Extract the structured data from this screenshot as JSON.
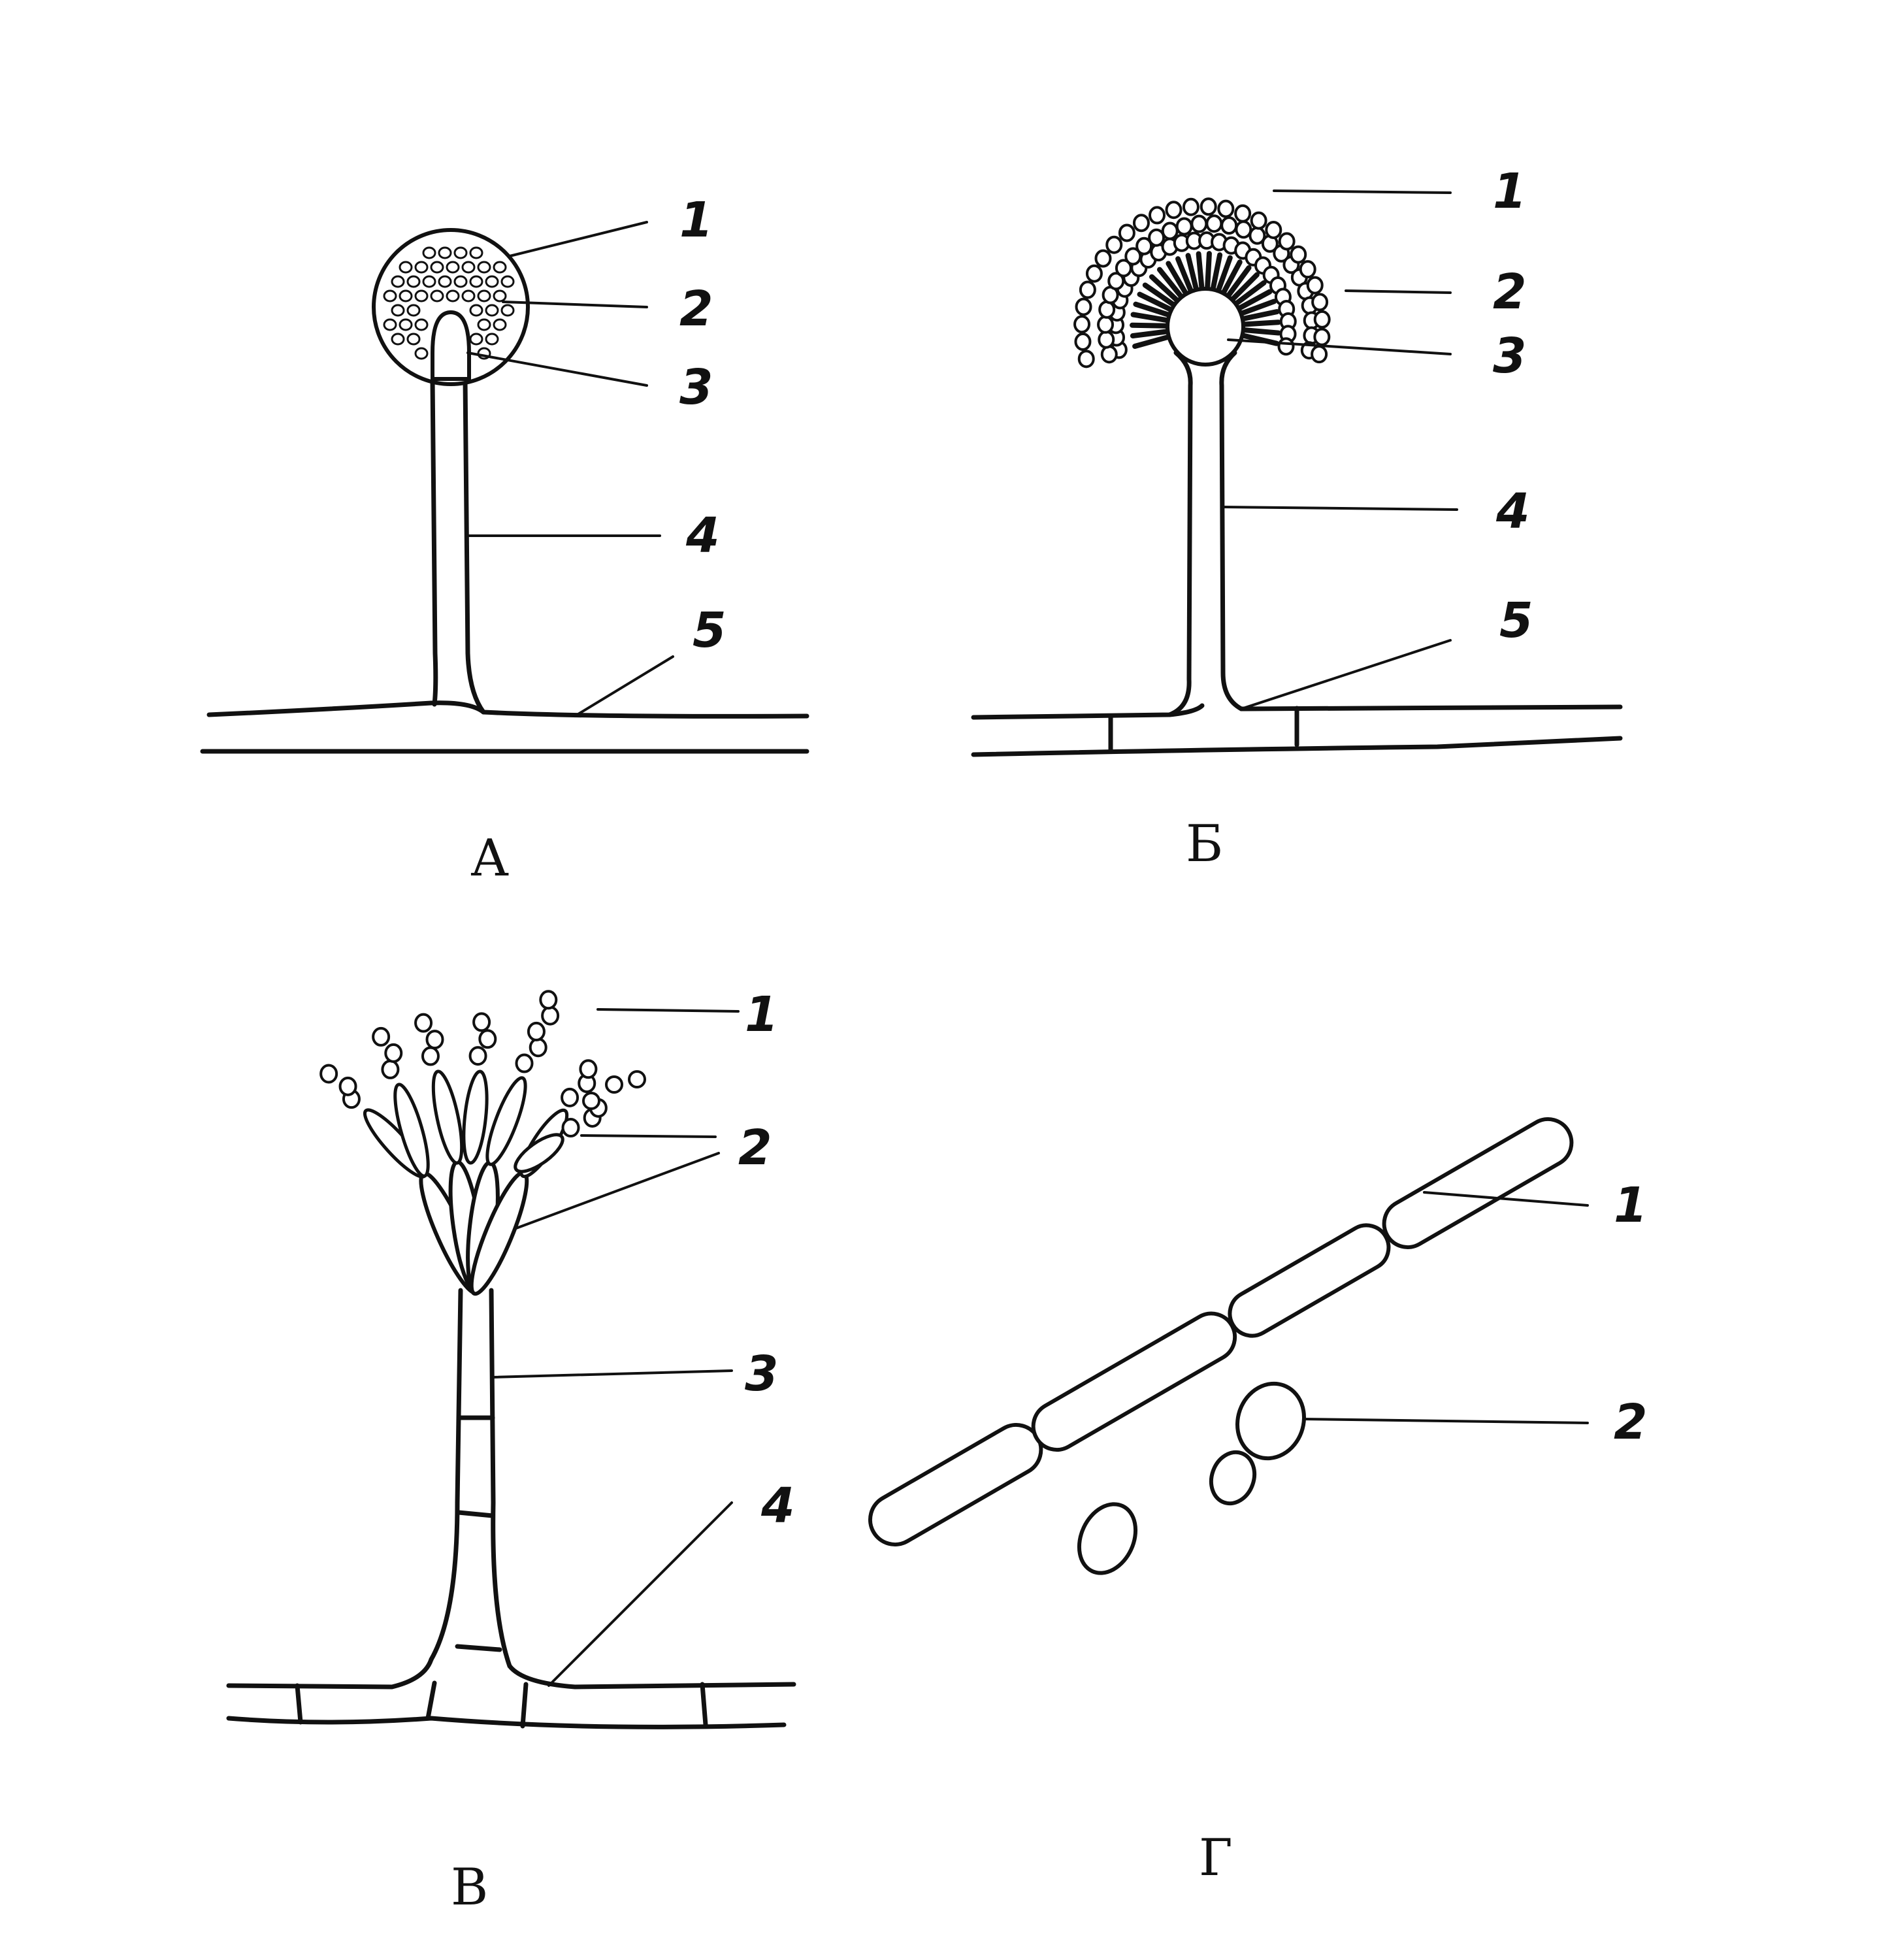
{
  "panels": [
    {
      "id": "A",
      "label": "А",
      "callouts": [
        "1",
        "2",
        "3",
        "4",
        "5"
      ]
    },
    {
      "id": "B",
      "label": "Б",
      "callouts": [
        "1",
        "2",
        "3",
        "4",
        "5"
      ]
    },
    {
      "id": "V",
      "label": "В",
      "callouts": [
        "1",
        "2",
        "3",
        "4"
      ]
    },
    {
      "id": "G",
      "label": "Г",
      "callouts": [
        "1",
        "2"
      ]
    }
  ],
  "colors": {
    "ink": "#111111",
    "paper": "#ffffff"
  }
}
